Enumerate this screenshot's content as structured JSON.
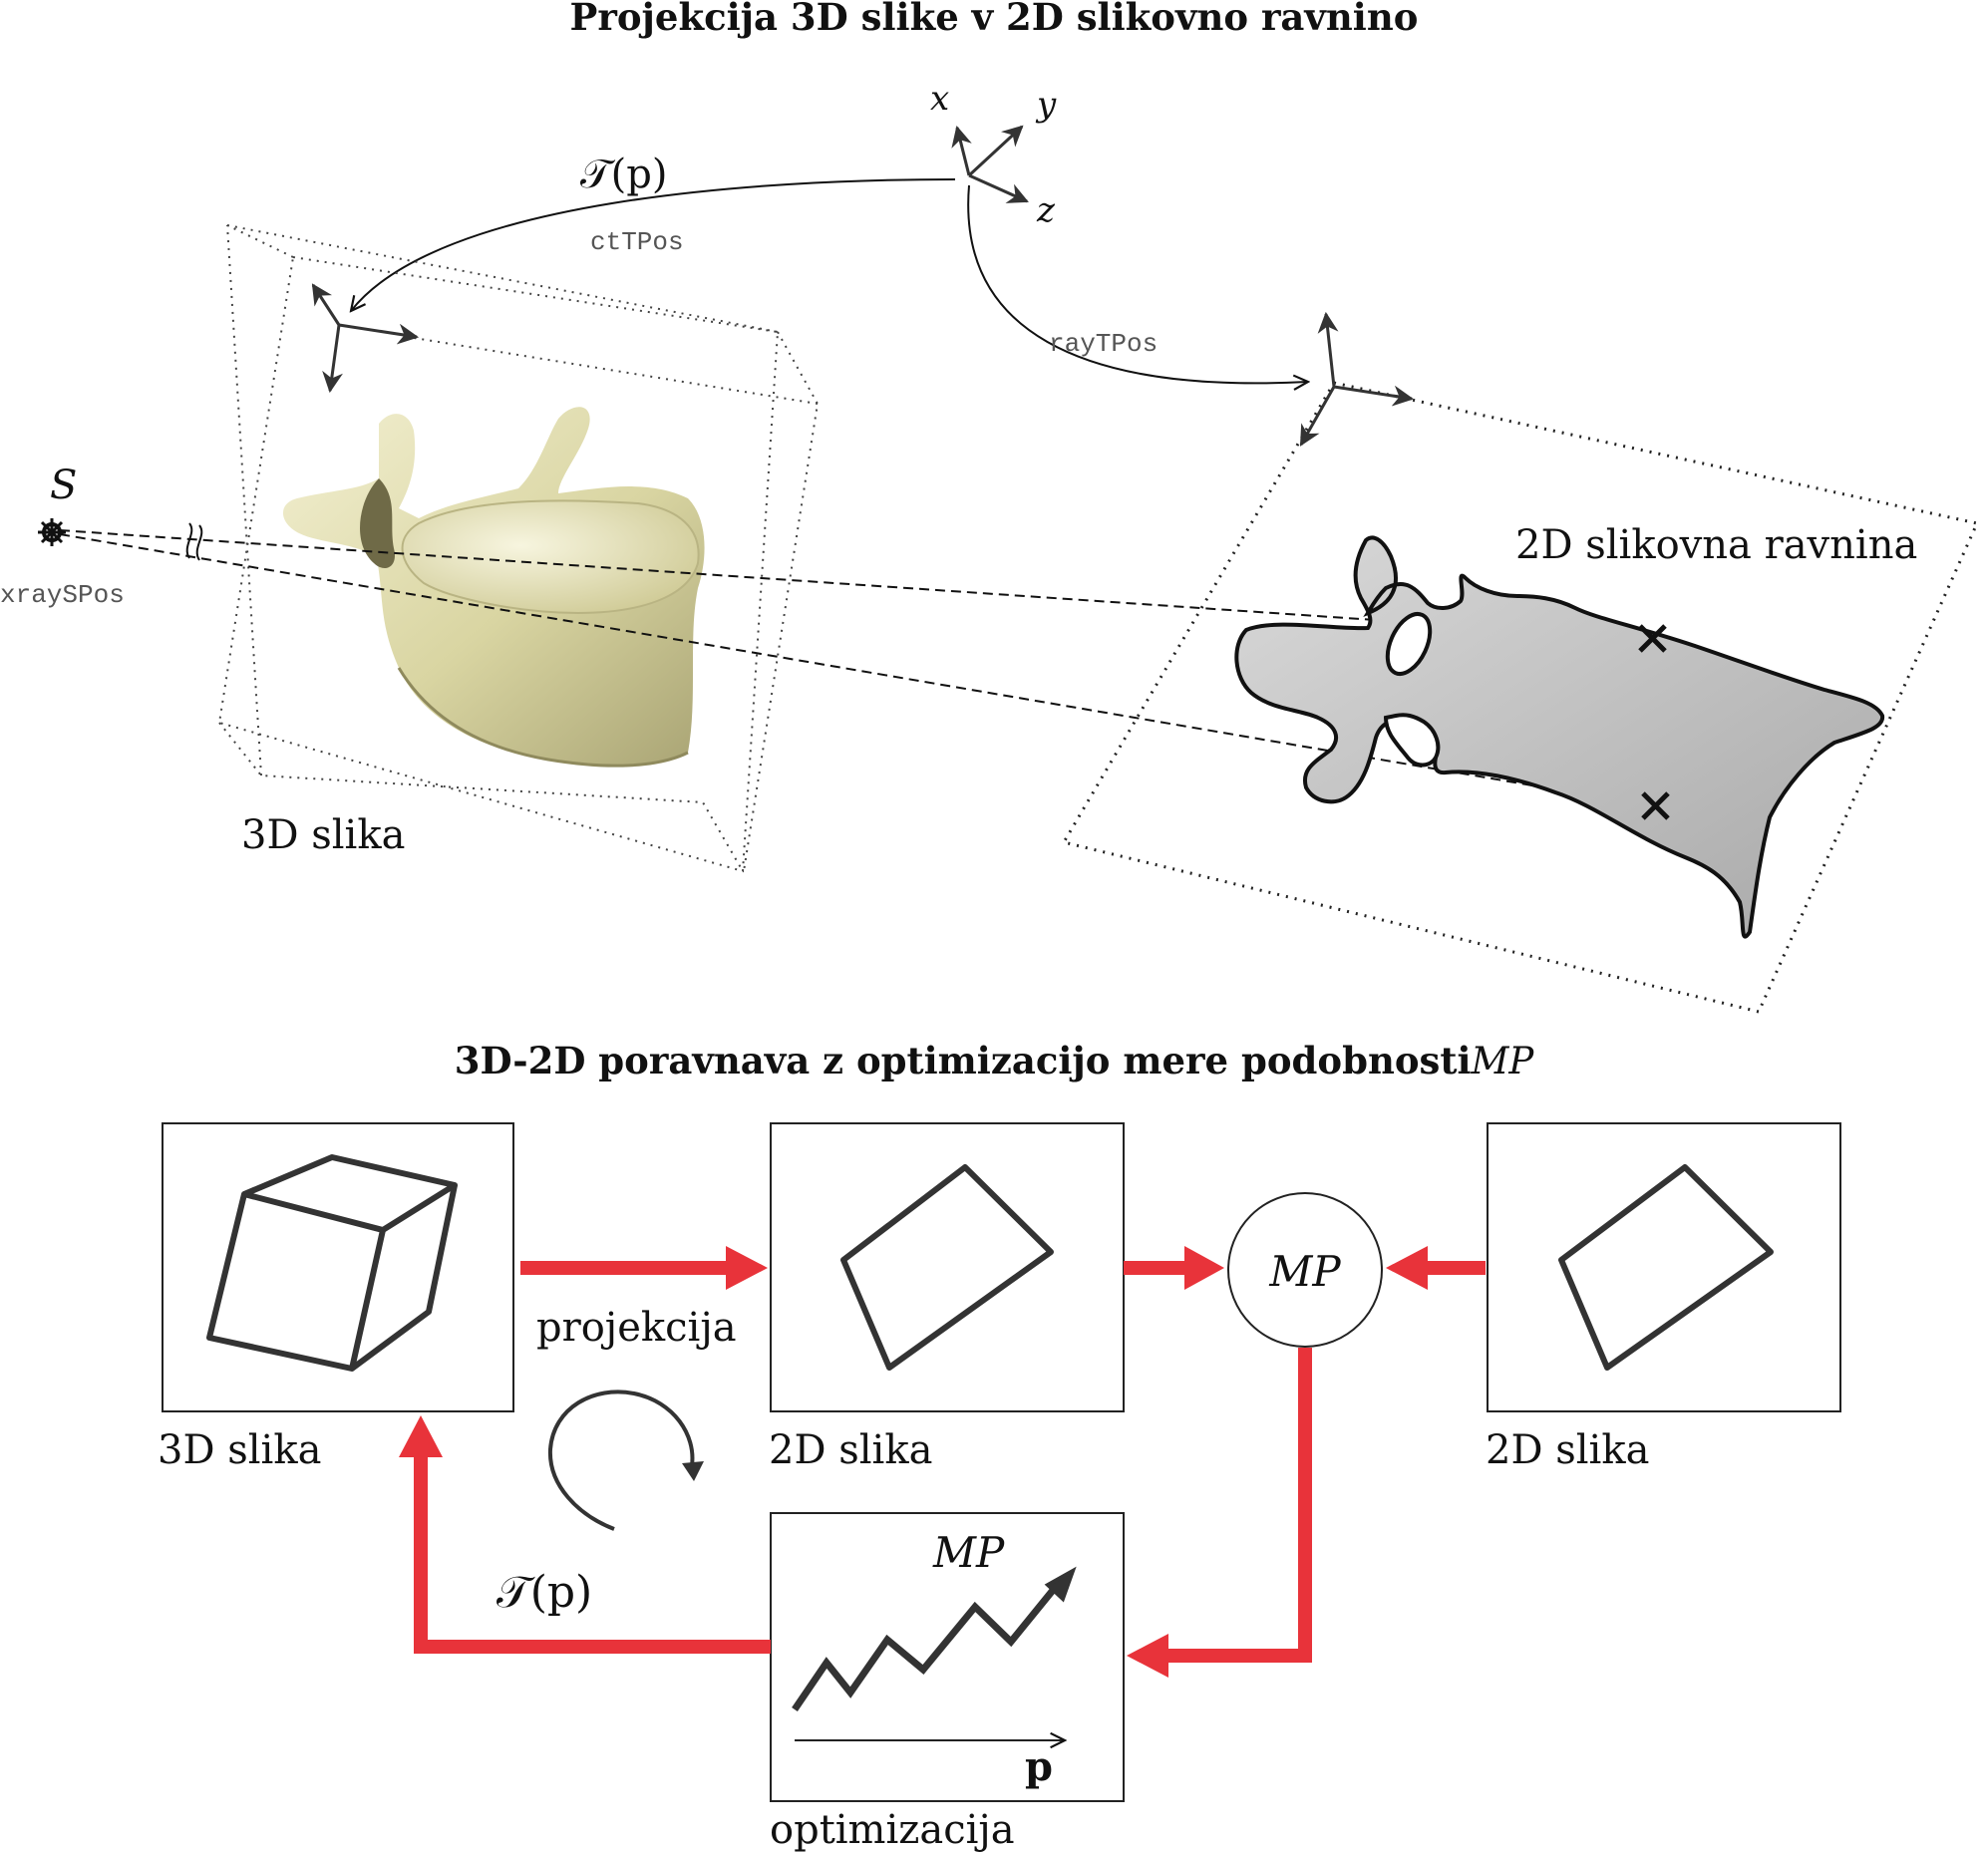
{
  "top": {
    "title": "Projekcija 3D slike v 2D slikovno ravnino",
    "axes": {
      "x": "x",
      "y": "y",
      "z": "z"
    },
    "transform_label": "𝒯(p)",
    "ct_pos_label": "ctTPos",
    "ray_pos_label": "rayTPos",
    "source_label": "S",
    "source_pos_label": "xraySPos",
    "volume_label": "3D slika",
    "plane_label": "2D slikovna ravnina"
  },
  "bottom": {
    "title": "3D-2D poravnava z optimizacijo mere podobnosti",
    "title_symbol": "MP",
    "box1_label": "3D slika",
    "projection_label": "projekcija",
    "box2_label": "2D slika",
    "mp_label": "MP",
    "box3_label": "2D slika",
    "optimization_label": "optimizacija",
    "opt_chart_label": "MP",
    "opt_axis_label": "p",
    "transform_label": "𝒯(p)"
  },
  "colors": {
    "arrow_red": "#e8333a",
    "stroke_dark": "#333333",
    "bone": "#e6e2b4",
    "xray_fill": "#bdbdbd"
  }
}
